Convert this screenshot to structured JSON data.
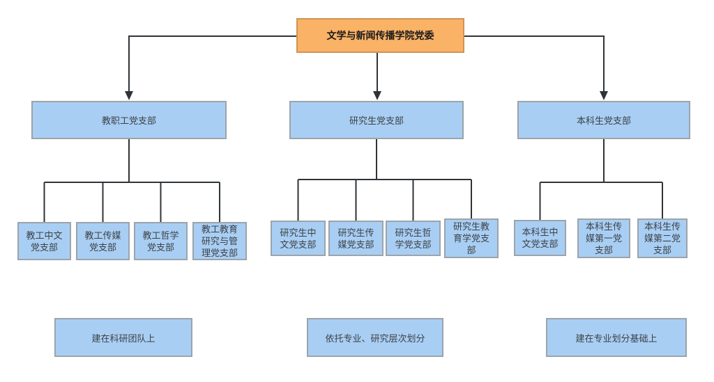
{
  "diagram": {
    "root_label": "文学与新闻传播学院党委",
    "branches": [
      {
        "label": "教职工党支部",
        "children": [
          "教工中文党支部",
          "教工传媒党支部",
          "教工哲学党支部",
          "教工教育研究与管理党支部"
        ],
        "note": "建在科研团队上"
      },
      {
        "label": "研究生党支部",
        "children": [
          "研究生中文党支部",
          "研究生传媒党支部",
          "研究生哲学党支部",
          "研究生教育学党支部"
        ],
        "note": "依托专业、研究层次划分"
      },
      {
        "label": "本科生党支部",
        "children": [
          "本科生中文党支部",
          "本科生传媒第一党支部",
          "本科生传媒第二党支部"
        ],
        "note": "建在专业划分基础上"
      }
    ]
  },
  "colors": {
    "root_fill": "#f9b266",
    "root_border": "#d09355",
    "root_text": "#1a1a1a",
    "node_fill": "#a9cef3",
    "node_border": "#9ba3ab",
    "text_color": "#3c4247",
    "line_color": "#2f3337"
  }
}
